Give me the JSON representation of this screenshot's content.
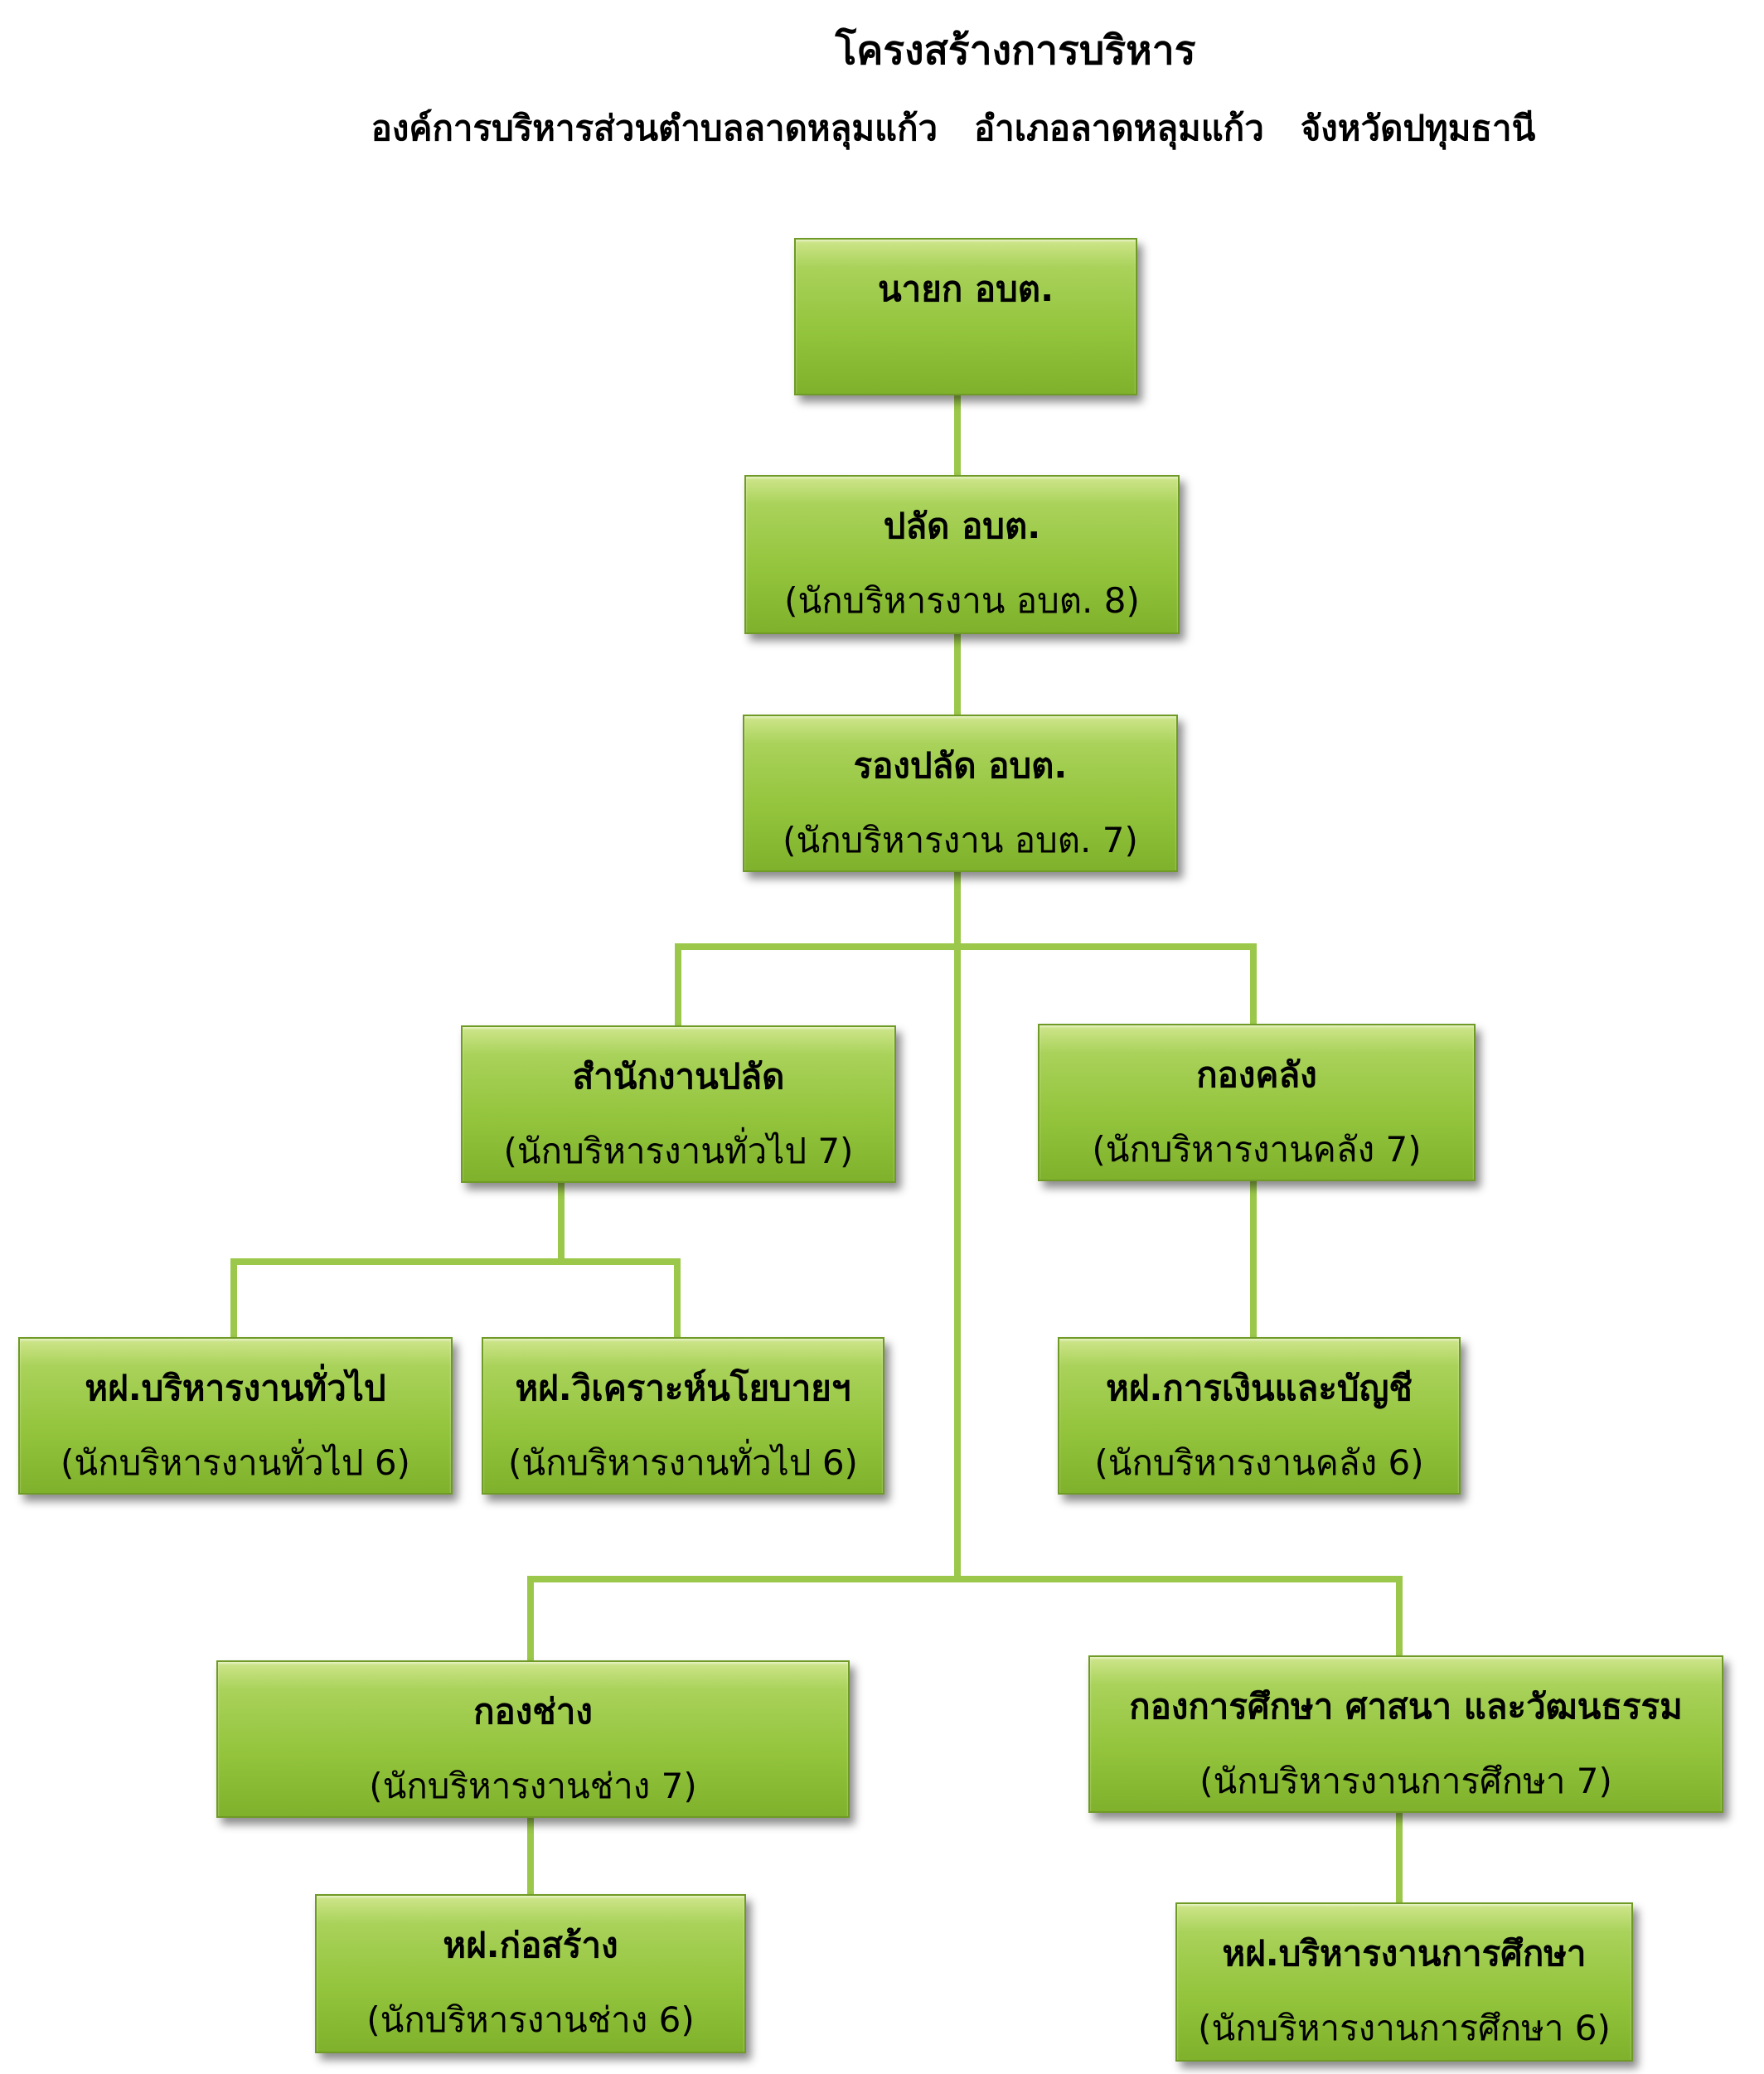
{
  "header": {
    "title": "โครงสร้างการบริหาร",
    "subtitle": "องค์การบริหารส่วนตำบลลาดหลุมแก้ว   อำเภอลาดหลุมแก้ว   จังหวัดปทุมธานี"
  },
  "nodes": {
    "mayor": {
      "name": "นายก  อบต."
    },
    "clerk": {
      "name": "ปลัด  อบต.",
      "position": "(นักบริหารงาน  อบต. 8)"
    },
    "deputy_clerk": {
      "name": "รองปลัด  อบต.",
      "position": "(นักบริหารงาน  อบต. 7)"
    },
    "clerk_office": {
      "name": "สำนักงานปลัด",
      "position": "(นักบริหารงานทั่วไป 7)"
    },
    "finance_division": {
      "name": "กองคลัง",
      "position": "(นักบริหารงานคลัง 7)"
    },
    "general_admin_section": {
      "name": "หฝ.บริหารงานทั่วไป",
      "position": "(นักบริหารงานทั่วไป 6)"
    },
    "policy_analysis_section": {
      "name": "หฝ.วิเคราะห์นโยบายฯ",
      "position": "(นักบริหารงานทั่วไป 6)"
    },
    "finance_accounting_section": {
      "name": "หฝ.การเงินและบัญชี",
      "position": "(นักบริหารงานคลัง 6)"
    },
    "engineering_division": {
      "name": "กองช่าง",
      "position": "(นักบริหารงานช่าง 7)"
    },
    "education_division": {
      "name": "กองการศึกษา  ศาสนา  และวัฒนธรรม",
      "position": "(นักบริหารงานการศึกษา 7)"
    },
    "construction_section": {
      "name": "หฝ.ก่อสร้าง",
      "position": "(นักบริหารงานช่าง 6)"
    },
    "education_admin_section": {
      "name": "หฝ.บริหารงานการศึกษา",
      "position": "(นักบริหารงานการศึกษา 6)"
    }
  },
  "colors": {
    "box_fill": "#93c43c",
    "box_border": "#6f9a26",
    "connector": "#9bc84a"
  }
}
